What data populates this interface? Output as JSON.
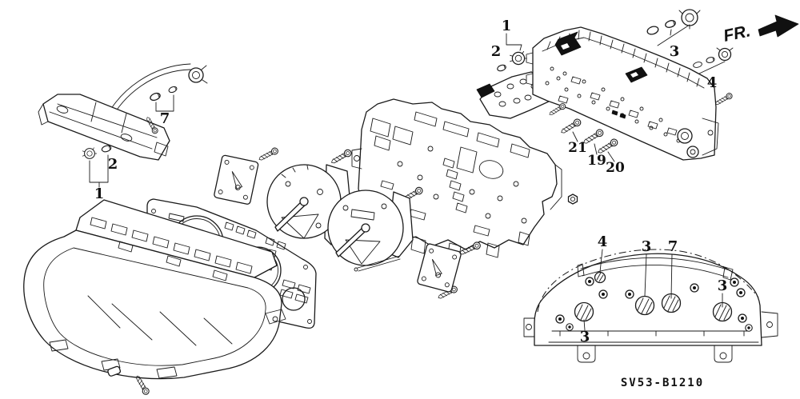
{
  "figure": {
    "fr_label": "FR.",
    "part_code": "SV53-B1210"
  },
  "colors": {
    "ink": "#1a1a1a",
    "background": "#ffffff"
  },
  "callouts": [
    {
      "id": "top-bulb-socket",
      "label": "1"
    },
    {
      "id": "top-bulb",
      "label": "2"
    },
    {
      "id": "left-bulb-7",
      "label": "7"
    },
    {
      "id": "left-bulb-2",
      "label": "2"
    },
    {
      "id": "left-socket-1",
      "label": "1"
    },
    {
      "id": "pcb-socket-3",
      "label": "3"
    },
    {
      "id": "pcb-socket-4",
      "label": "4"
    },
    {
      "id": "screw-21",
      "label": "21"
    },
    {
      "id": "screw-19",
      "label": "19"
    },
    {
      "id": "screw-20",
      "label": "20"
    },
    {
      "id": "rear-bulb-4",
      "label": "4"
    },
    {
      "id": "rear-bulb-3a",
      "label": "3"
    },
    {
      "id": "rear-bulb-7",
      "label": "7"
    },
    {
      "id": "rear-bulb-3b",
      "label": "3"
    },
    {
      "id": "rear-bulb-3c",
      "label": "3"
    }
  ]
}
